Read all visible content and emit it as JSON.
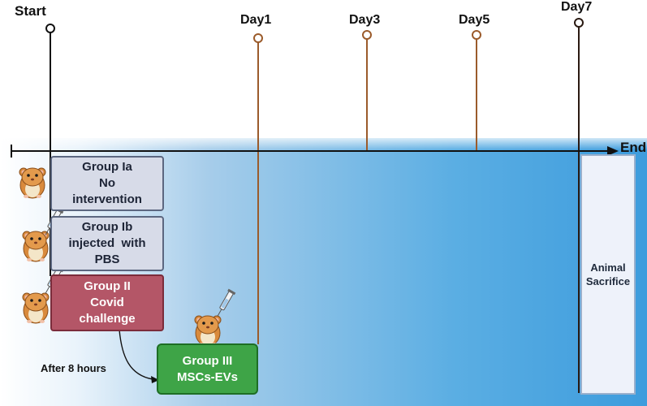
{
  "timeline": {
    "start_label": "Start",
    "end_label": "End",
    "days": [
      "Day1",
      "Day3",
      "Day5",
      "Day7"
    ]
  },
  "groups": {
    "ia": [
      "Group Ia",
      "No",
      "intervention"
    ],
    "ib": [
      "Group Ib",
      "injected  with",
      "PBS"
    ],
    "ii": [
      "Group II",
      "Covid",
      "challenge"
    ],
    "iii": [
      "Group III",
      "MSCs-EVs"
    ]
  },
  "after_note": "After 8 hours",
  "sacrifice": [
    "Animal",
    "Sacrifice"
  ],
  "icons": [
    "hamster-icon",
    "syringe-icon"
  ],
  "colors": {
    "background_gradient": [
      "#ffffff",
      "#3d9cdd"
    ],
    "day_lines": "#9b5b2b",
    "group2_fill": "#b45667",
    "group3_fill": "#3ea447",
    "group1_fill": "#d7dbe8"
  }
}
